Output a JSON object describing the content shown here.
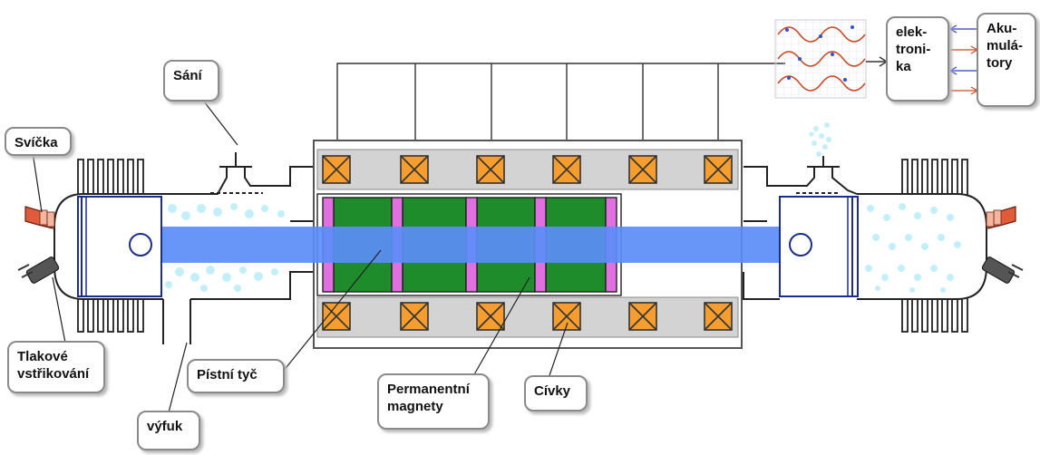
{
  "labels": {
    "sani": "Sání",
    "svicka": "Svíčka",
    "tlakove_vstrikovani": "Tlakové\nvstřikování",
    "vyfuk": "výfuk",
    "pistni_tyc": "Pístní tyč",
    "permanentni_magnety": "Permanentní\nmagnety",
    "civky": "Cívky",
    "elektronika": "elek-\ntroni-\nka",
    "akumulatory": "Aku-\nmulá-\ntory"
  },
  "colors": {
    "piston_rod": "#5b8df7",
    "magnet": "#1e8c2a",
    "magnet_spacer": "#e070e0",
    "coil": "#f59d2e",
    "stator": "#d3d3d3",
    "sine_wave": "#c84a24",
    "bubbles": "#aee9f5"
  }
}
